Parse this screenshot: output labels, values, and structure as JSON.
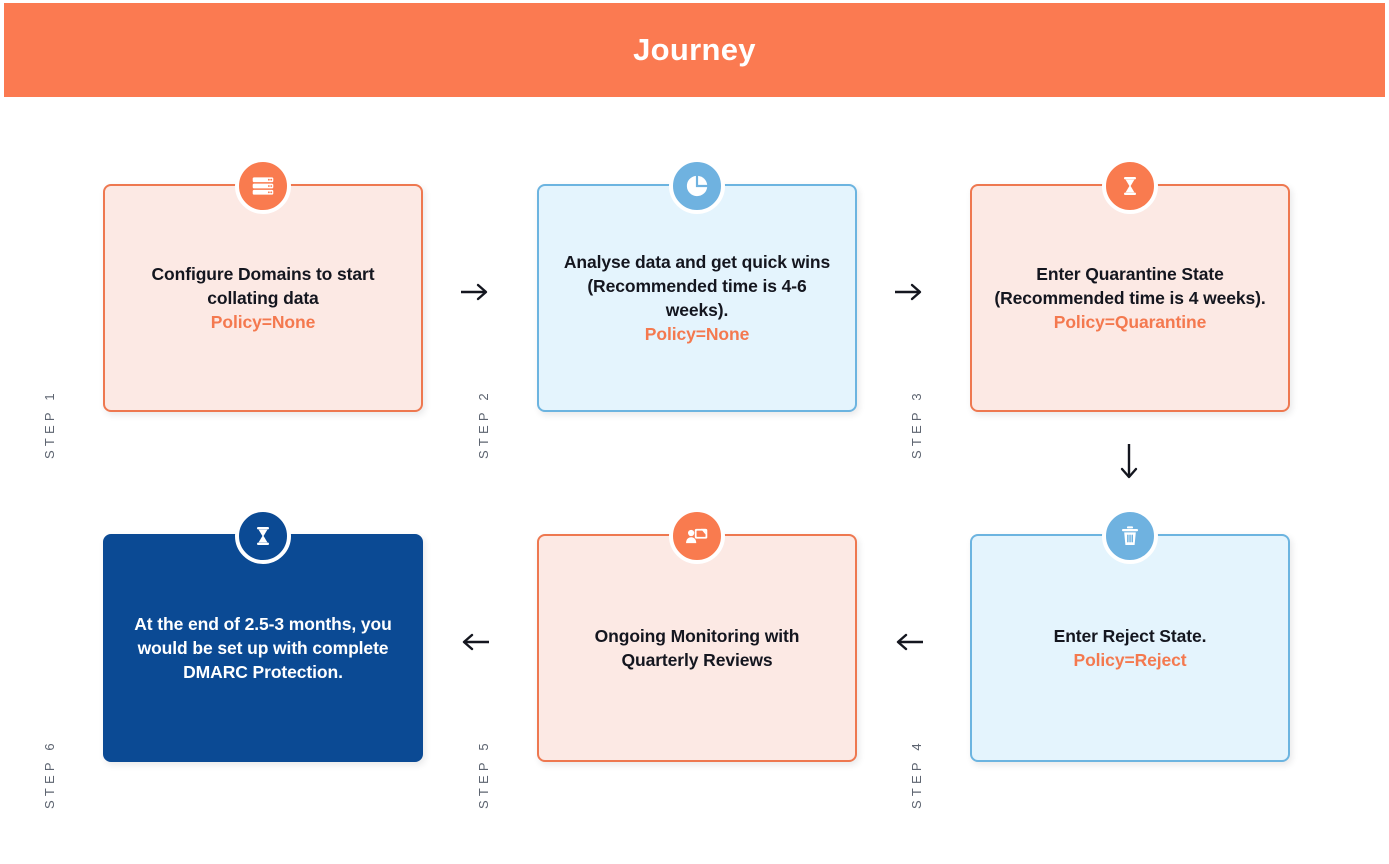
{
  "header": {
    "title": "Journey"
  },
  "colors": {
    "header_bg": "#fb7a51",
    "pink_card_bg": "#fce9e4",
    "pink_card_border": "#ee7850",
    "blue_card_bg": "#e4f4fd",
    "blue_card_border": "#6cb4e0",
    "navy_card_bg": "#0b4a94",
    "policy_text": "#f4794f",
    "body_text": "#14161f",
    "step_label": "#5d6470"
  },
  "steps": [
    {
      "step_label": "STEP 1",
      "icon": "server-stack-icon",
      "theme": "pink",
      "title": "Configure Domains to start collating data",
      "policy": "Policy=None"
    },
    {
      "step_label": "STEP 2",
      "icon": "pie-chart-icon",
      "theme": "blue",
      "title": "Analyse data and get quick wins (Recommended time is 4-6 weeks).",
      "policy": "Policy=None"
    },
    {
      "step_label": "STEP 3",
      "icon": "hourglass-icon",
      "theme": "pink",
      "title": "Enter Quarantine State (Recommended time is 4 weeks).",
      "policy": "Policy=Quarantine"
    },
    {
      "step_label": "STEP 4",
      "icon": "trash-icon",
      "theme": "blue",
      "title": "Enter Reject State.",
      "policy": "Policy=Reject"
    },
    {
      "step_label": "STEP 5",
      "icon": "presentation-person-icon",
      "theme": "pink",
      "title": "Ongoing Monitoring with Quarterly Reviews",
      "policy": ""
    },
    {
      "step_label": "STEP 6",
      "icon": "hourglass-icon",
      "theme": "navy",
      "title": "At the end of 2.5-3 months, you would be set up with complete DMARC Protection.",
      "policy": ""
    }
  ],
  "connectors": [
    {
      "name": "arrow-step1-to-step2",
      "direction": "right"
    },
    {
      "name": "arrow-step2-to-step3",
      "direction": "right"
    },
    {
      "name": "arrow-step3-to-step4",
      "direction": "down"
    },
    {
      "name": "arrow-step4-to-step5",
      "direction": "left"
    },
    {
      "name": "arrow-step5-to-step6",
      "direction": "left"
    }
  ]
}
